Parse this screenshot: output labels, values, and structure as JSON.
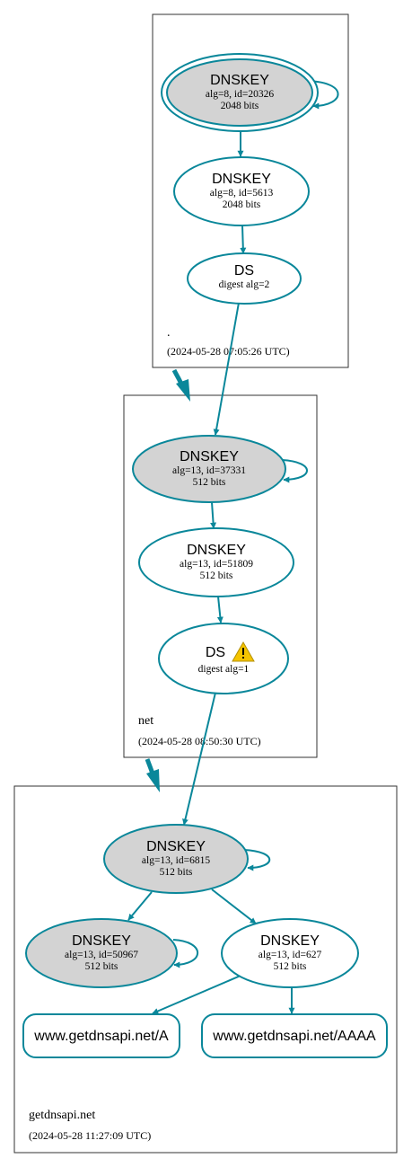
{
  "zones": {
    "root": {
      "name": ".",
      "timestamp": "(2024-05-28 07:05:26 UTC)"
    },
    "net": {
      "name": "net",
      "timestamp": "(2024-05-28 08:50:30 UTC)"
    },
    "getdnsapi": {
      "name": "getdnsapi.net",
      "timestamp": "(2024-05-28 11:27:09 UTC)"
    }
  },
  "nodes": {
    "root_ksk": {
      "title": "DNSKEY",
      "line1": "alg=8, id=20326",
      "line2": "2048 bits",
      "trust_anchor": true,
      "sep": true
    },
    "root_zsk": {
      "title": "DNSKEY",
      "line1": "alg=8, id=5613",
      "line2": "2048 bits"
    },
    "root_ds": {
      "title": "DS",
      "line1": "digest alg=2"
    },
    "net_ksk": {
      "title": "DNSKEY",
      "line1": "alg=13, id=37331",
      "line2": "512 bits",
      "sep": true
    },
    "net_zsk": {
      "title": "DNSKEY",
      "line1": "alg=13, id=51809",
      "line2": "512 bits"
    },
    "net_ds": {
      "title": "DS",
      "line1": "digest alg=1",
      "warning": true
    },
    "gd_ksk": {
      "title": "DNSKEY",
      "line1": "alg=13, id=6815",
      "line2": "512 bits",
      "sep": true
    },
    "gd_key1": {
      "title": "DNSKEY",
      "line1": "alg=13, id=50967",
      "line2": "512 bits",
      "sep": true
    },
    "gd_key2": {
      "title": "DNSKEY",
      "line1": "alg=13, id=627",
      "line2": "512 bits"
    }
  },
  "rrsets": {
    "a": "www.getdnsapi.net/A",
    "aaaa": "www.getdnsapi.net/AAAA"
  },
  "colors": {
    "edge": "#0a879a",
    "sep_fill": "#d3d3d3",
    "warning": "#f5c400"
  },
  "icons": {
    "warning": "warning-triangle-icon"
  }
}
